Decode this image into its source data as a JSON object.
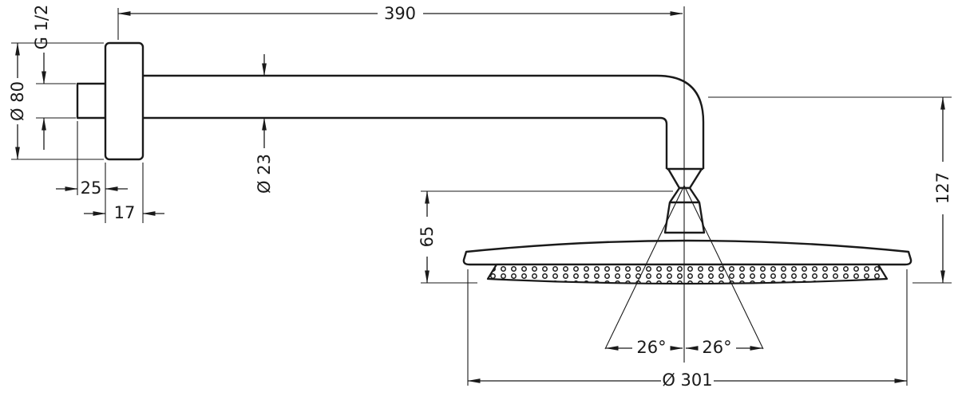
{
  "drawing": {
    "dim": {
      "arm_length": "390",
      "thread": "G 1/2",
      "flange_diameter": "Ø 80",
      "stub_length": "25",
      "flange_depth": "17",
      "arm_diameter": "Ø 23",
      "install_height": "127",
      "head_depth": "65",
      "spray_angle_left": "26°",
      "spray_angle_right": "26°",
      "head_diameter": "Ø 301"
    }
  }
}
